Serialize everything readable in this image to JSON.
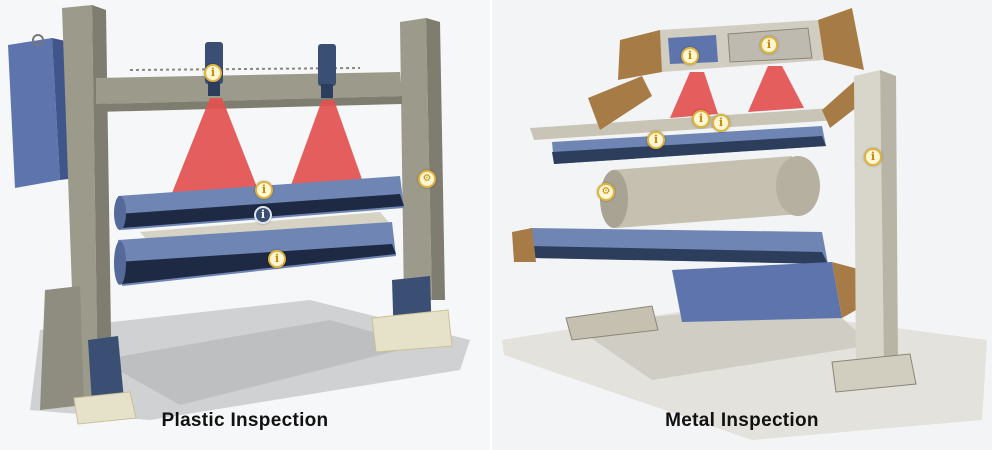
{
  "captions": {
    "left": "Plastic Inspection",
    "right": "Metal Inspection"
  },
  "hotspots": {
    "info_glyph": "i",
    "tool_glyph": "⚙",
    "info_icon": "info-icon",
    "tool_icon": "wrench-icon"
  },
  "colors": {
    "frame": "#9c9a8a",
    "steel_blue": "#3b4f74",
    "roller": "#6f86b5",
    "laser_red": "#e2504f",
    "enclosure": "#5d74ad",
    "bronze": "#a77b45",
    "hotspot_fill": "#fff6d6",
    "hotspot_border": "#e0b43a"
  }
}
